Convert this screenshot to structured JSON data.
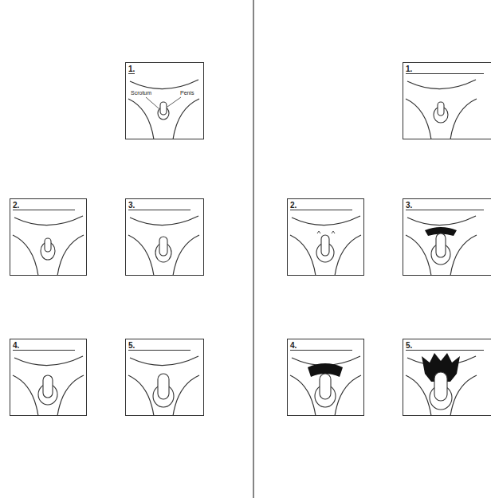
{
  "diagram": {
    "nodes": [
      {
        "text": [
          "1.",
          "Scrotum",
          "Penis"
        ]
      },
      {
        "text": [
          "2."
        ]
      },
      {
        "text": [
          "3."
        ]
      },
      {
        "text": [
          "4."
        ]
      },
      {
        "text": [
          "5."
        ]
      },
      {
        "text": [
          "1."
        ]
      },
      {
        "text": [
          "2."
        ]
      },
      {
        "text": [
          "3."
        ]
      },
      {
        "text": [
          "4."
        ]
      },
      {
        "text": [
          "5."
        ]
      }
    ]
  }
}
